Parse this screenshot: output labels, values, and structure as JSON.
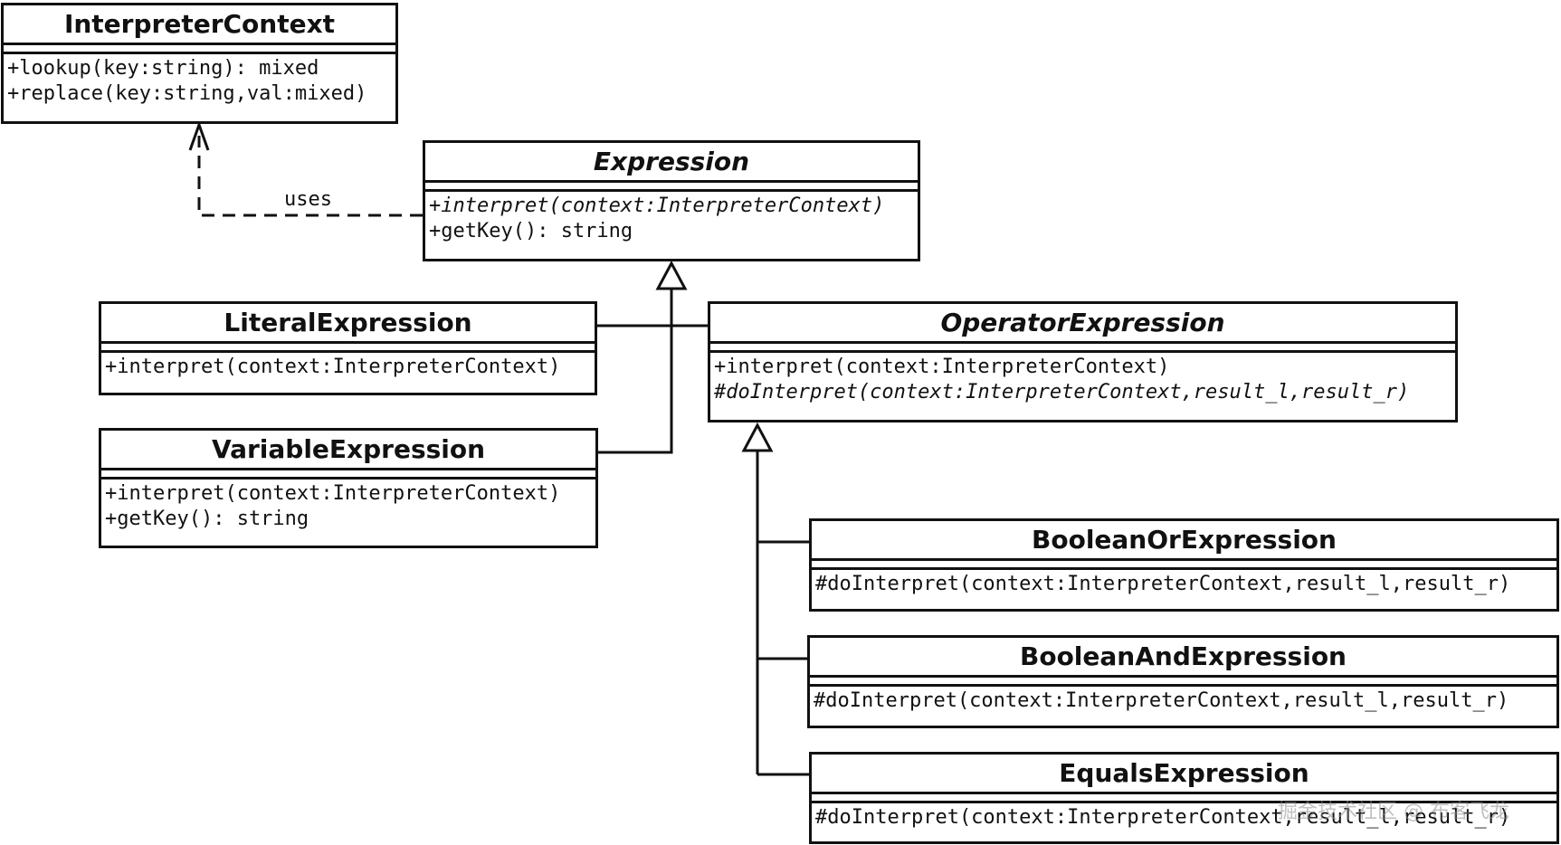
{
  "classes": {
    "interpreter_context": {
      "name": "InterpreterContext",
      "operations": [
        "+lookup(key:string): mixed",
        "+replace(key:string,val:mixed)"
      ]
    },
    "expression": {
      "name": "Expression",
      "operations": [
        "+interpret(context:InterpreterContext)",
        "+getKey(): string"
      ]
    },
    "literal_expression": {
      "name": "LiteralExpression",
      "operations": [
        "+interpret(context:InterpreterContext)"
      ]
    },
    "variable_expression": {
      "name": "VariableExpression",
      "operations": [
        "+interpret(context:InterpreterContext)",
        "+getKey(): string"
      ]
    },
    "operator_expression": {
      "name": "OperatorExpression",
      "operations": [
        "+interpret(context:InterpreterContext)",
        "#doInterpret(context:InterpreterContext,result_l,result_r)"
      ]
    },
    "boolean_or_expression": {
      "name": "BooleanOrExpression",
      "operations": [
        "#doInterpret(context:InterpreterContext,result_l,result_r)"
      ]
    },
    "boolean_and_expression": {
      "name": "BooleanAndExpression",
      "operations": [
        "#doInterpret(context:InterpreterContext,result_l,result_r)"
      ]
    },
    "equals_expression": {
      "name": "EqualsExpression",
      "operations": [
        "#doInterpret(context:InterpreterContext,result_l,result_r)"
      ]
    }
  },
  "relations": {
    "uses_label": "uses"
  },
  "watermark": "掘金技术社区 @ 布客飞龙"
}
